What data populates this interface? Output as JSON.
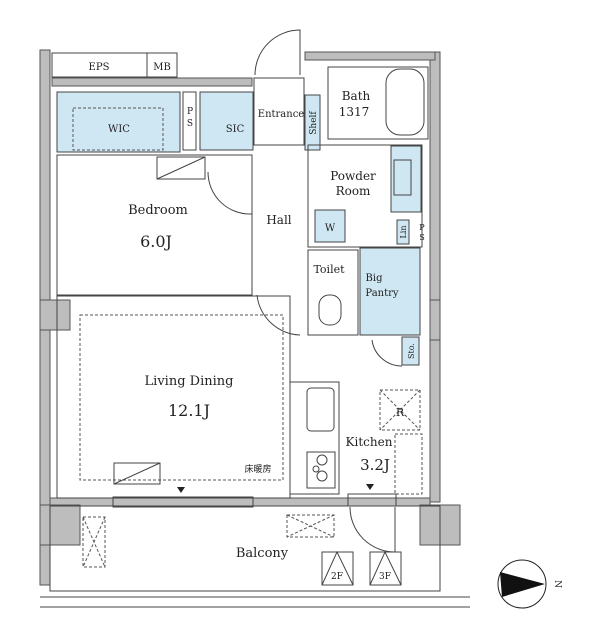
{
  "rooms": {
    "eps": "EPS",
    "mb": "MB",
    "wic": "WIC",
    "ps1": [
      "P",
      "S"
    ],
    "sic": "SIC",
    "entrance": "Entrance",
    "shelf": "Shelf",
    "bath": {
      "label": "Bath",
      "size": "1317"
    },
    "powder": [
      "Powder",
      "Room"
    ],
    "washer": "W",
    "lin": "Lin",
    "ps2": [
      "P",
      "S"
    ],
    "bedroom": {
      "label": "Bedroom",
      "size": "6.0J"
    },
    "hall": "Hall",
    "toilet": "Toilet",
    "pantry": [
      "Big",
      "Pantry"
    ],
    "sto": "Sto.",
    "living": {
      "label": "Living Dining",
      "size": "12.1J"
    },
    "floor_heating": "床暖房",
    "kitchen": {
      "label": "Kitchen",
      "size": "3.2J"
    },
    "fridge": "R",
    "balcony": "Balcony",
    "hatch_2f": "2F",
    "hatch_3f": "3F"
  },
  "compass": {
    "label": "N"
  },
  "colors": {
    "closet": "#cfe7f3",
    "wall": "#bdbdbd"
  }
}
